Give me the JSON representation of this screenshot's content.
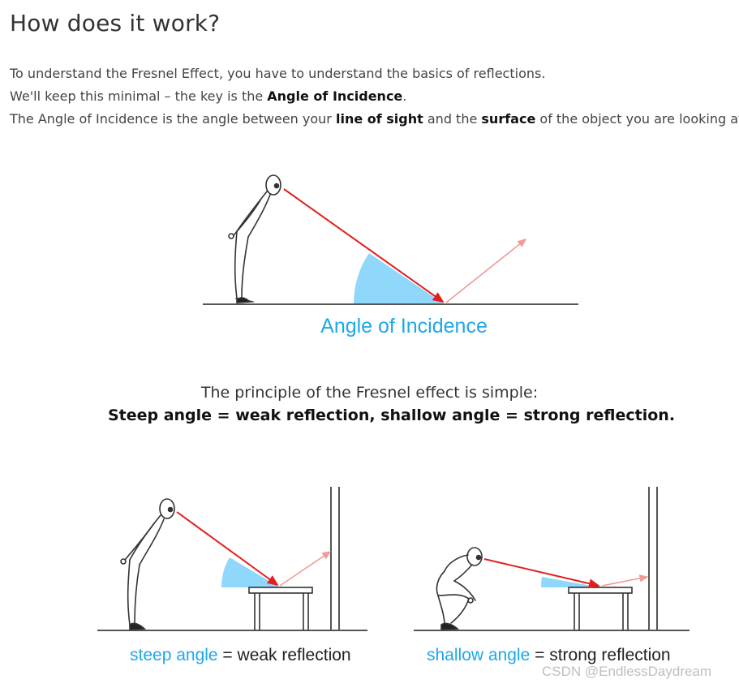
{
  "title": "How does it work?",
  "intro": {
    "line1": "To understand the Fresnel Effect, you have to understand the basics of reflections.",
    "line2_pre": "We'll keep this minimal – the key is the ",
    "line2_bold": "Angle of Incidence",
    "line2_post": ".",
    "line3_pre": "The Angle of Incidence is the angle between your ",
    "line3_bold1": "line of sight",
    "line3_mid": " and the ",
    "line3_bold2": "surface",
    "line3_post": " of the object you are looking at."
  },
  "diagram_main": {
    "caption": "Angle of Incidence"
  },
  "principle": {
    "line1": "The principle of the Fresnel effect is simple:",
    "line2": "Steep angle = weak reflection, shallow angle = strong reflection."
  },
  "diagram_left": {
    "caption_blue": "steep angle",
    "caption_rest": " = weak reflection"
  },
  "diagram_right": {
    "caption_blue": "shallow angle",
    "caption_rest": " = strong reflection"
  },
  "watermark": "CSDN @EndlessDaydream",
  "colors": {
    "accent": "#1ea8e8",
    "ray": "#e41e1e",
    "reflection": "#f29a9a",
    "angle_fill": "#8fd8fb"
  }
}
